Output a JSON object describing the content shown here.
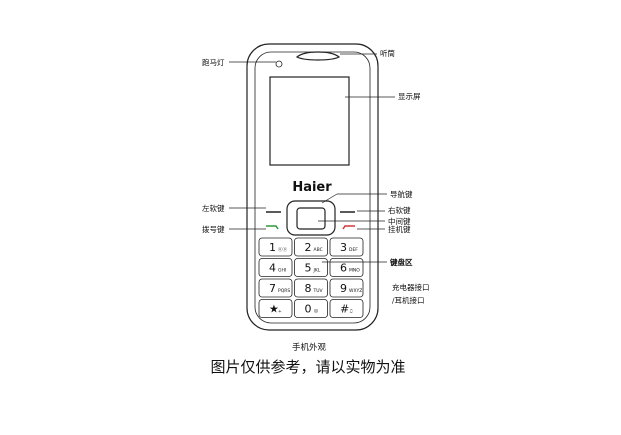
{
  "brand": "Haier",
  "labels": {
    "marquee_light": "跑马灯",
    "earpiece": "听筒",
    "display": "显示屏",
    "nav_key": "导航键",
    "left_soft_key": "左软键",
    "right_soft_key": "右软键",
    "center_key": "中间键",
    "dial_key": "拨号键",
    "end_key": "挂机键",
    "keypad_area": "键盘区",
    "charger_port_1": "充电器接口",
    "charger_port_2": "/耳机接口"
  },
  "keys": [
    {
      "main": "1",
      "sub": "ⓞⓞ"
    },
    {
      "main": "2",
      "sub": "ABC"
    },
    {
      "main": "3",
      "sub": "DEF"
    },
    {
      "main": "4",
      "sub": "GHI"
    },
    {
      "main": "5",
      "sub": "JKL"
    },
    {
      "main": "6",
      "sub": "MNO"
    },
    {
      "main": "7",
      "sub": "PQRS"
    },
    {
      "main": "8",
      "sub": "TUV"
    },
    {
      "main": "9",
      "sub": "WXYZ"
    },
    {
      "main": "★",
      "sub": "+"
    },
    {
      "main": "0",
      "sub": "☺"
    },
    {
      "main": "#",
      "sub": "♫"
    }
  ],
  "caption": "手机外观",
  "note": "图片仅供参考，请以实物为准",
  "colors": {
    "dial_accent": "#2e9a3a",
    "end_accent": "#d23a3a",
    "line": "#222222"
  }
}
